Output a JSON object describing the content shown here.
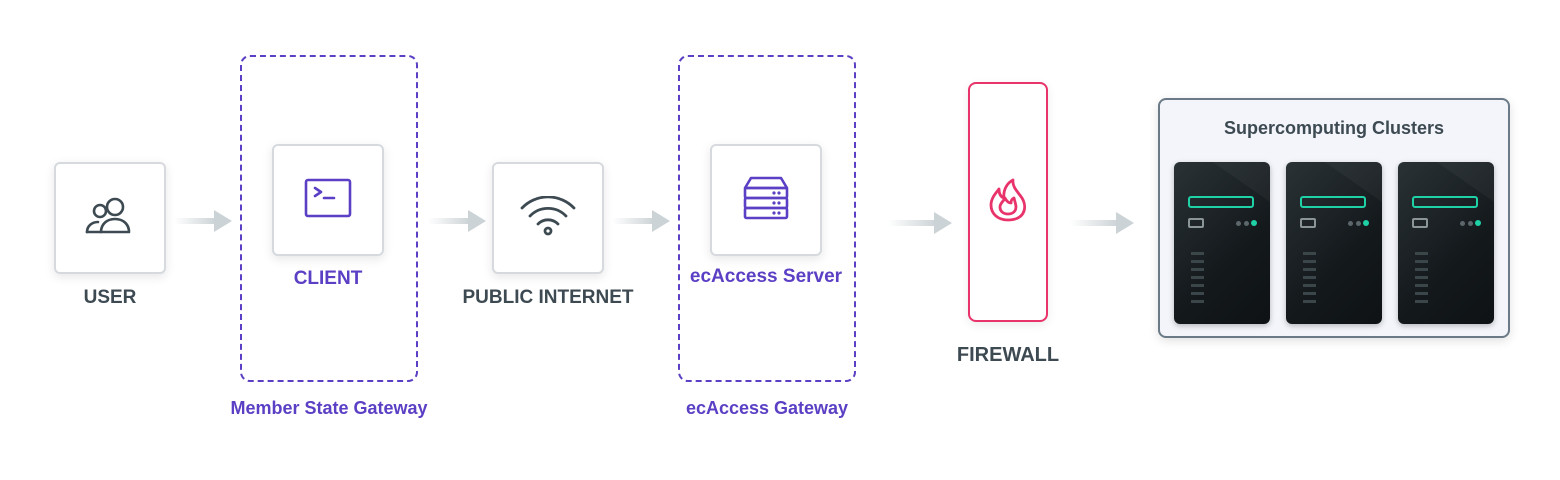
{
  "nodes": {
    "user": {
      "label": "USER",
      "icon": "users-icon"
    },
    "client": {
      "label": "CLIENT",
      "icon": "terminal-icon"
    },
    "internet": {
      "label": "PUBLIC INTERNET",
      "icon": "wifi-icon"
    },
    "server": {
      "label": "ecAccess Server",
      "icon": "server-icon"
    },
    "firewall": {
      "label": "FIREWALL",
      "icon": "flame-icon"
    }
  },
  "groups": {
    "member_gateway": {
      "label": "Member State Gateway"
    },
    "ecaccess_gateway": {
      "label": "ecAccess Gateway"
    },
    "clusters": {
      "title": "Supercomputing Clusters",
      "unit_count": 3
    }
  },
  "colors": {
    "accent": "#5b3fc4",
    "firewall": "#e8336b",
    "text": "#3d4a52",
    "arrow": "#ccd3d6",
    "led": "#1fd1a6"
  }
}
